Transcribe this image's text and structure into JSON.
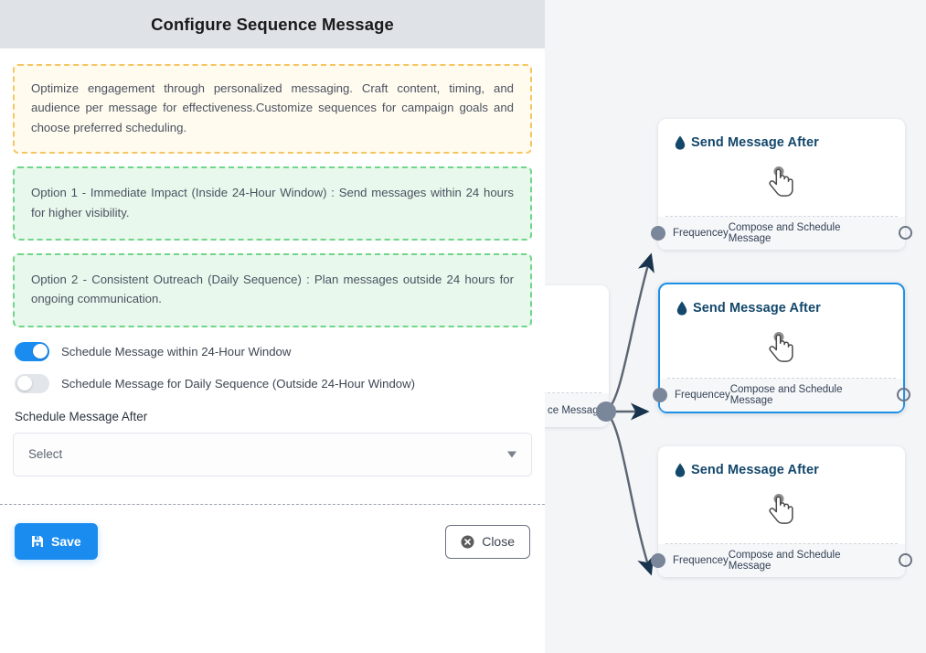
{
  "panel": {
    "title": "Configure Sequence Message",
    "info_boxes": [
      {
        "tone": "warn",
        "text": "Optimize engagement through personalized messaging. Craft content, timing, and audience per message for effectiveness.Customize sequences for campaign goals and choose preferred scheduling."
      },
      {
        "tone": "ok",
        "text": "Option 1 - Immediate Impact (Inside 24-Hour Window) : Send messages within 24 hours for higher visibility."
      },
      {
        "tone": "ok",
        "text": "Option 2 - Consistent Outreach (Daily Sequence) : Plan messages outside 24 hours for ongoing communication."
      }
    ],
    "toggles": [
      {
        "label": "Schedule Message within 24-Hour Window",
        "on": true
      },
      {
        "label": "Schedule Message for Daily Sequence (Outside 24-Hour Window)",
        "on": false
      }
    ],
    "schedule_field": {
      "label": "Schedule Message After",
      "value": "Select",
      "placeholder": "Select"
    },
    "footer": {
      "save_label": "Save",
      "close_label": "Close"
    }
  },
  "canvas": {
    "partial_node": {
      "footer_text": "ce Message"
    },
    "nodes": [
      {
        "title": "Send Message After",
        "footer_left": "Frequencey",
        "footer_right": "Compose and Schedule Message",
        "selected": false
      },
      {
        "title": "Send Message After",
        "footer_left": "Frequencey",
        "footer_right": "Compose and Schedule Message",
        "selected": true
      },
      {
        "title": "Send Message After",
        "footer_left": "Frequencey",
        "footer_right": "Compose and Schedule Message",
        "selected": false
      }
    ]
  },
  "colors": {
    "accent_blue": "#1a8cf0",
    "node_title": "#13476b",
    "canvas_bg": "#f4f5f7",
    "header_bg": "#dfe3e8",
    "warn_border": "#f6c563",
    "warn_bg": "#fffbef",
    "ok_border": "#6fd68a",
    "ok_bg": "#e9f8ed",
    "edge_stroke": "#5b6472",
    "port_fill": "#7a8699"
  }
}
